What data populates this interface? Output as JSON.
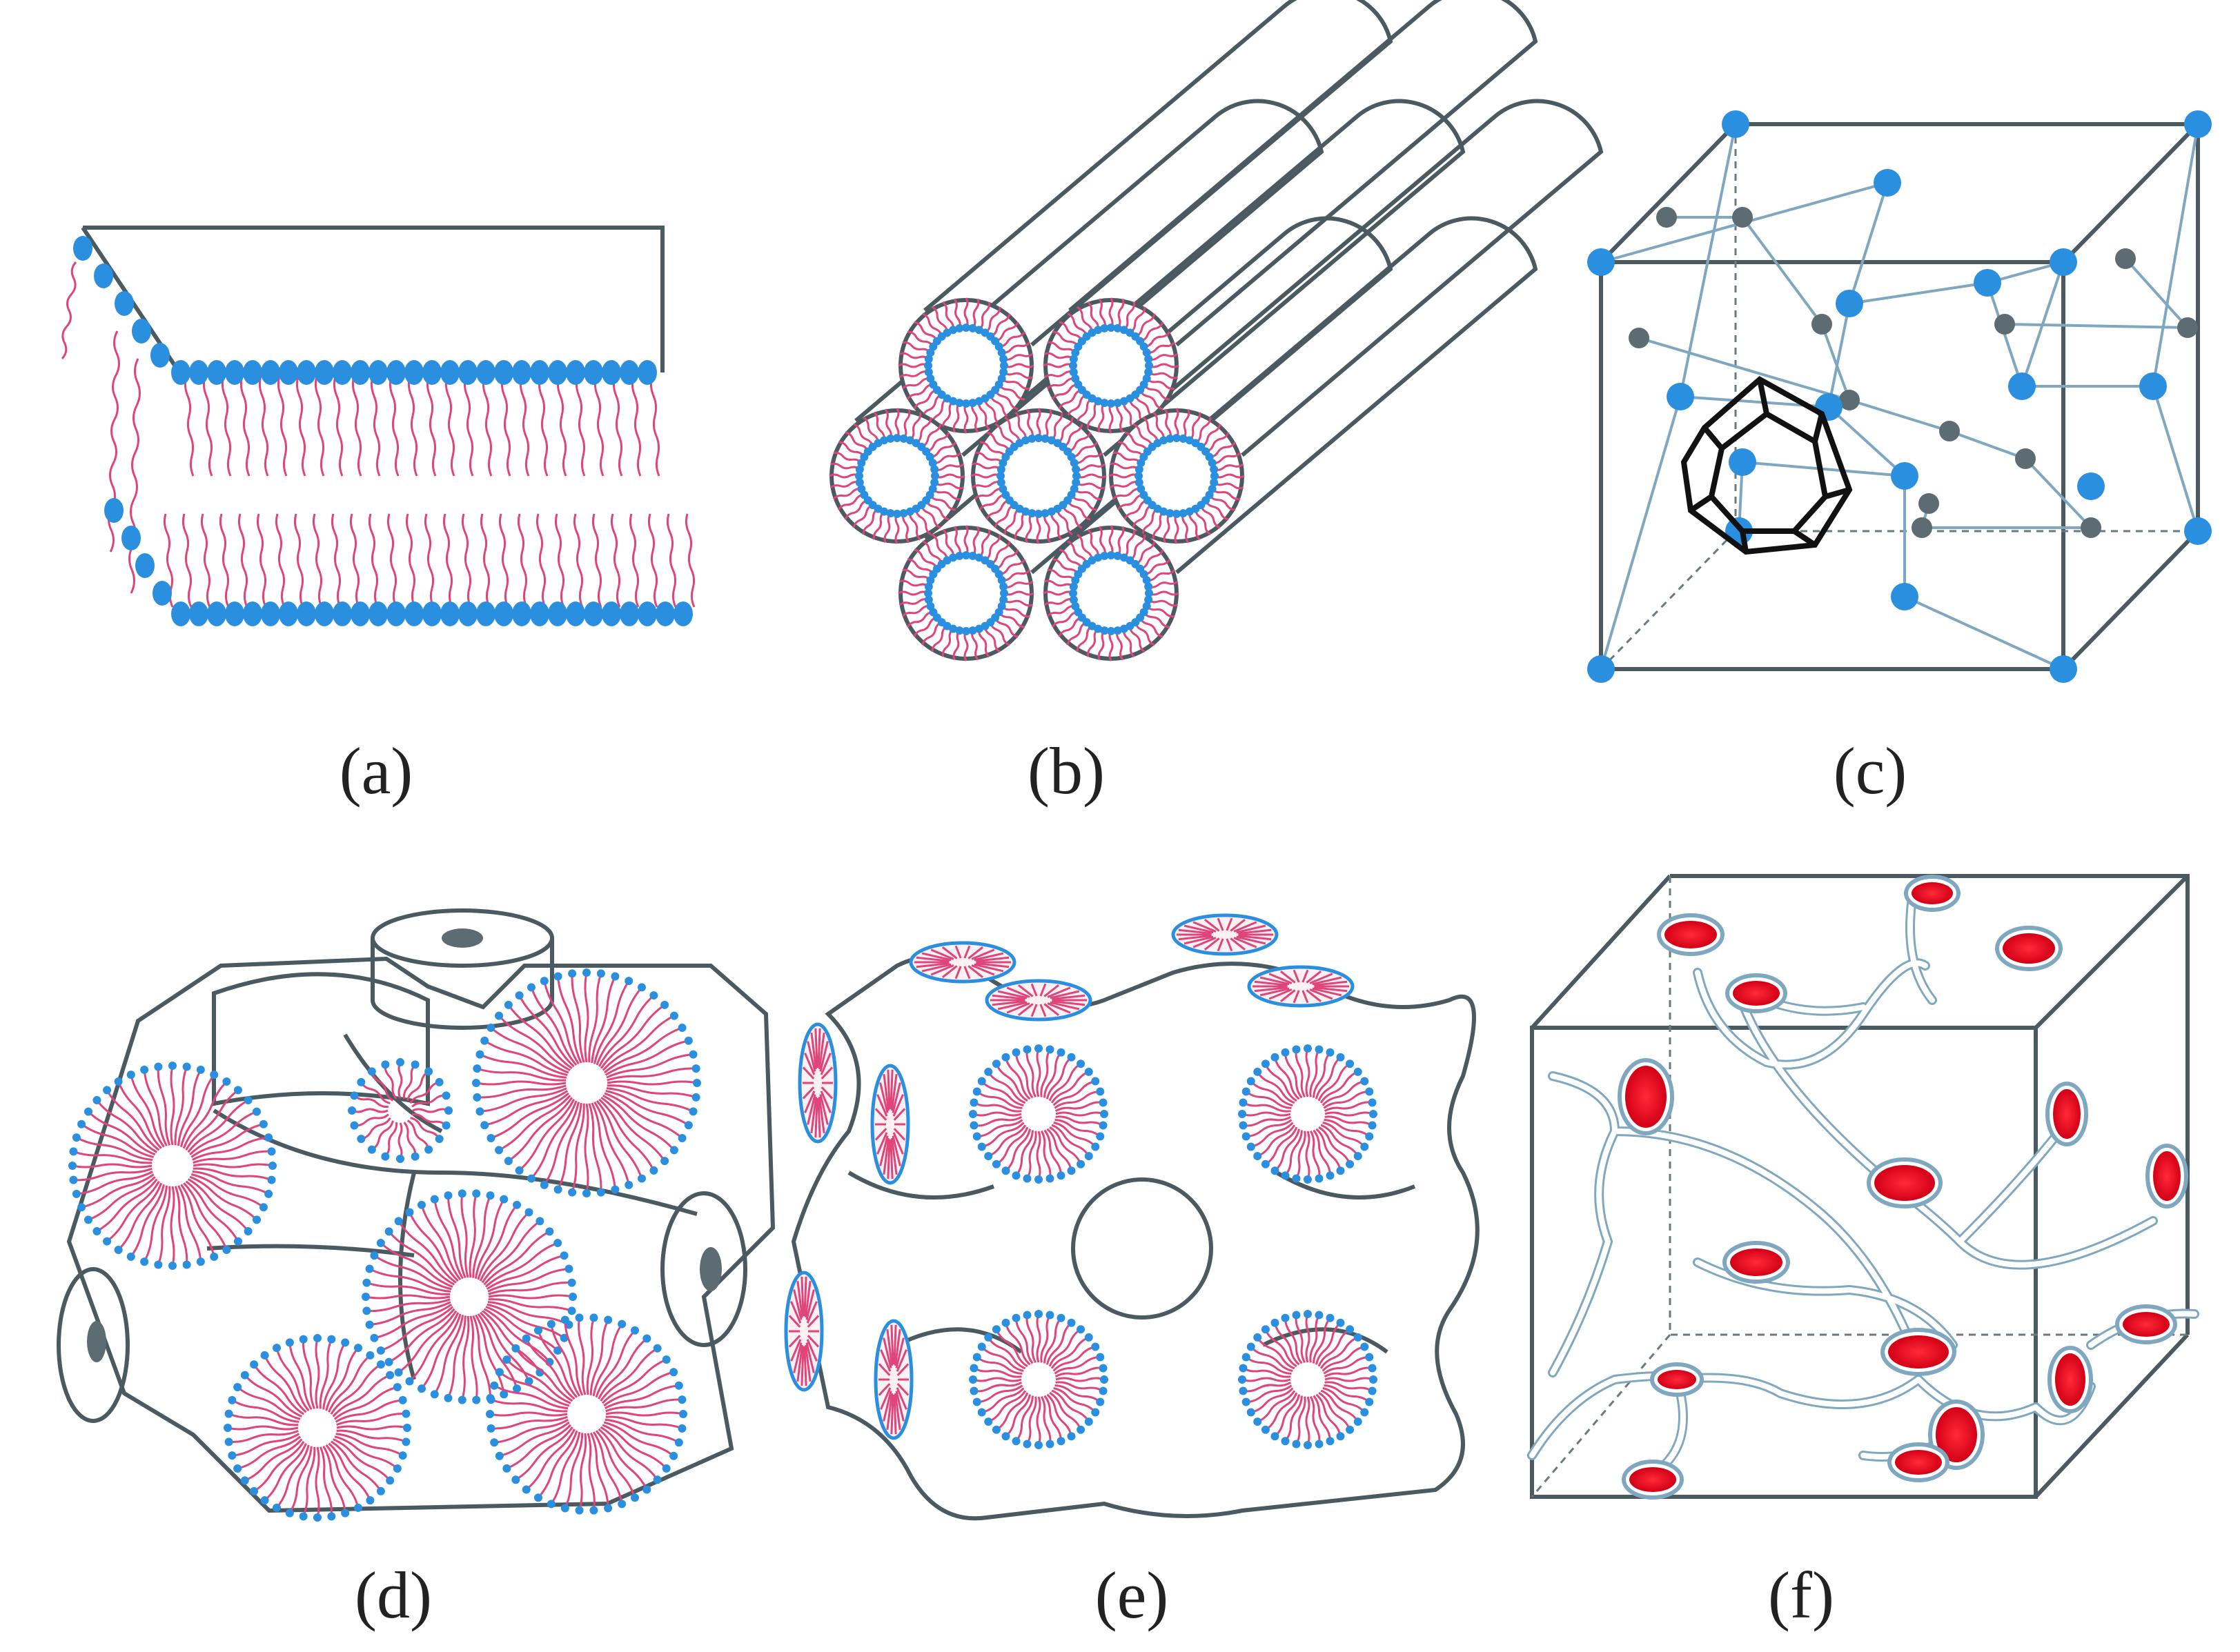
{
  "figure": {
    "panels": [
      {
        "id": "a",
        "caption": "(a)"
      },
      {
        "id": "b",
        "caption": "(b)"
      },
      {
        "id": "c",
        "caption": "(c)"
      },
      {
        "id": "d",
        "caption": "(d)"
      },
      {
        "id": "e",
        "caption": "(e)"
      },
      {
        "id": "f",
        "caption": "(f)"
      }
    ],
    "colors": {
      "head": "#2b8fe0",
      "tail": "#e0457a",
      "node_dark": "#5d6b72",
      "outline": "#4a5a60",
      "channel": "#7fa8c0",
      "core": "#e3001b"
    }
  }
}
